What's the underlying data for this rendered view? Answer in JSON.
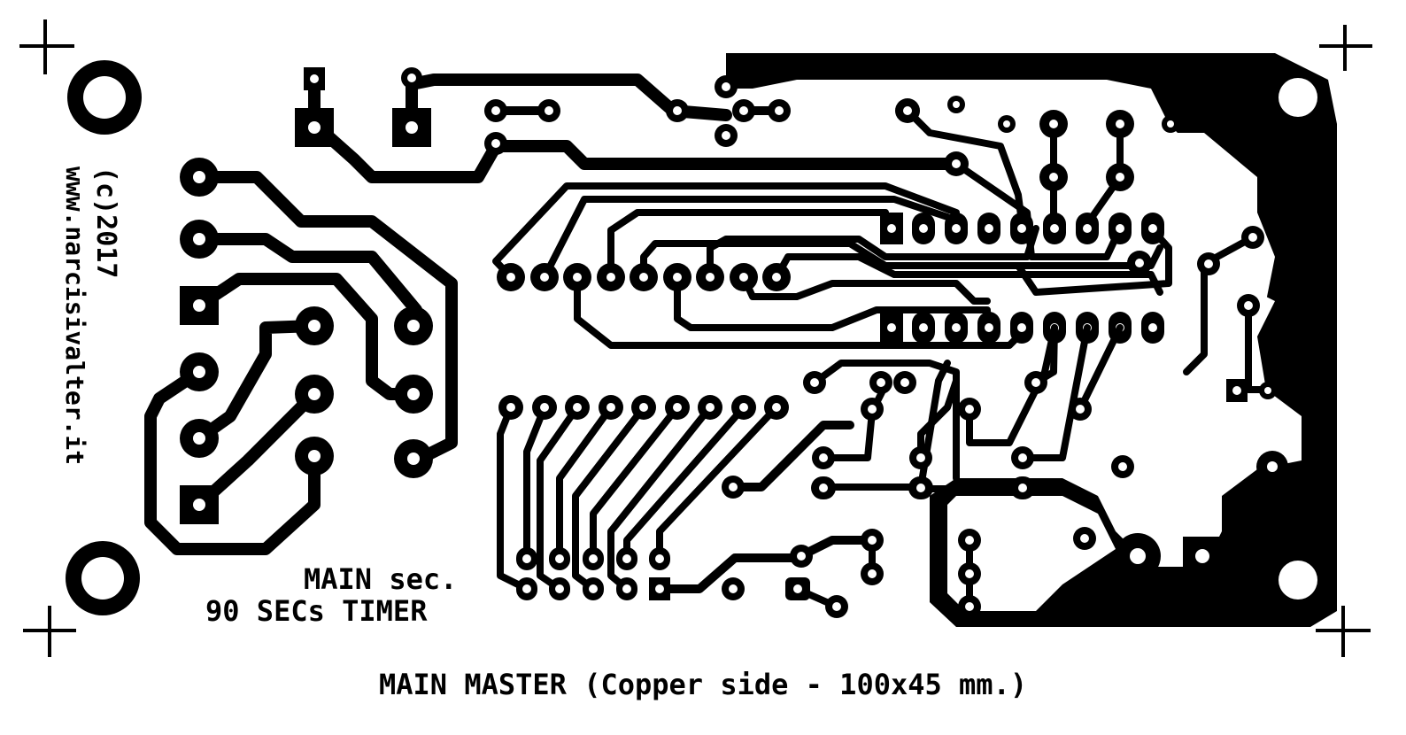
{
  "board": {
    "name_line1": "MAIN sec.",
    "name_line2": "90 SECs TIMER",
    "copyright": "(c)2017",
    "website": "www.narcisivalter.it",
    "caption": "MAIN MASTER (Copper side - 100x45 mm.)"
  },
  "colors": {
    "copper": "#000000",
    "background": "#ffffff"
  },
  "icons": [
    "registration-crosshair-icon",
    "mounting-hole-icon"
  ]
}
